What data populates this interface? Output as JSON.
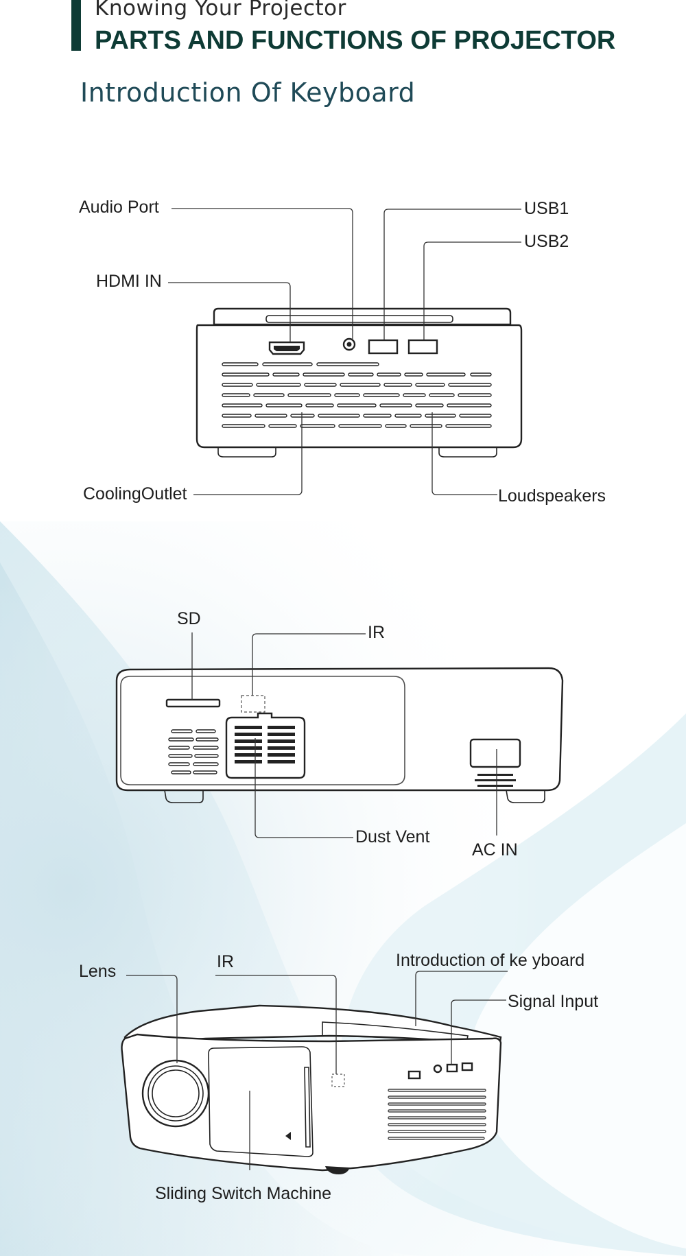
{
  "header": {
    "subtitle": "Knowing Your Projector",
    "title": "PARTS AND FUNCTIONS OF PROJECTOR"
  },
  "section": {
    "title": "Introduction Of Keyboard"
  },
  "rear_view": {
    "labels": {
      "audio_port": "Audio Port",
      "usb1": "USB1",
      "usb2": "USB2",
      "hdmi_in": "HDMI IN",
      "cooling_outlet": "CoolingOutlet",
      "loudspeakers": "Loudspeakers"
    }
  },
  "side_view": {
    "labels": {
      "sd": "SD",
      "ir": "IR",
      "dust_vent": "Dust Vent",
      "ac_in": "AC  IN"
    }
  },
  "front_view": {
    "labels": {
      "lens": "Lens",
      "ir": "IR",
      "intro_keyboard": "Introduction of ke yboard",
      "signal_input": "Signal Input",
      "sliding_switch": "Sliding Switch Machine"
    }
  },
  "colors": {
    "brand": "#0e3b35",
    "heading": "#1f4a57",
    "wave": "#bcd9e4"
  }
}
